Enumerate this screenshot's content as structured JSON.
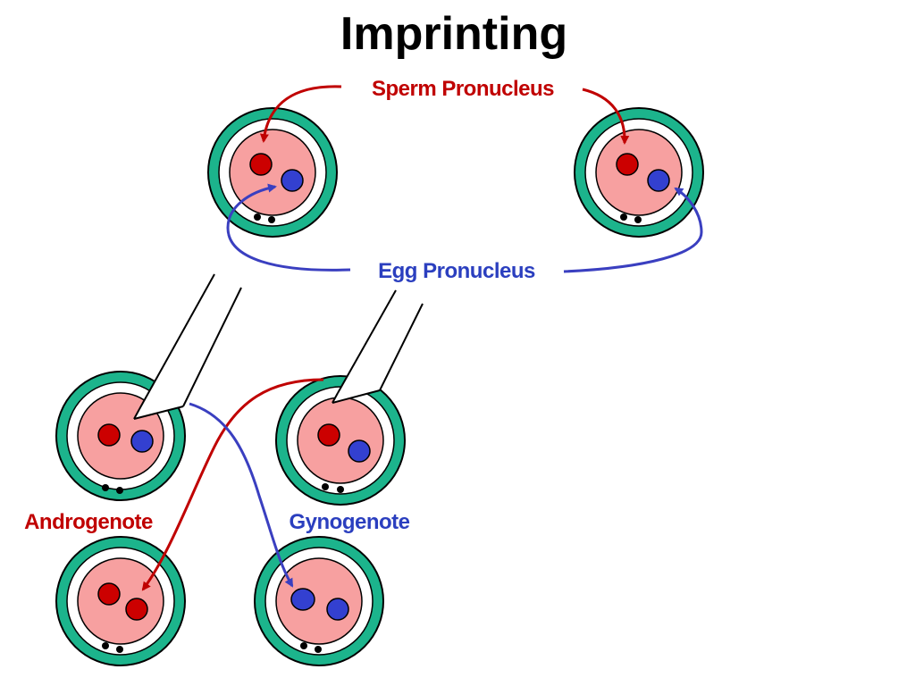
{
  "title": "Imprinting",
  "labels": {
    "sperm_pronucleus": "Sperm Pronucleus",
    "egg_pronucleus": "Egg Pronucleus",
    "androgenote": "Androgenote",
    "gynogenote": "Gynogenote"
  },
  "colors": {
    "zona": "#1cb48c",
    "perivitelline": "#ffffff",
    "cytoplasm": "#f7a0a0",
    "sperm_pronucleus": "#cc0000",
    "egg_pronucleus": "#3340d0",
    "polar_body": "#000000",
    "red_arrow": "#c00000",
    "blue_arrow": "#3a3fc0"
  }
}
